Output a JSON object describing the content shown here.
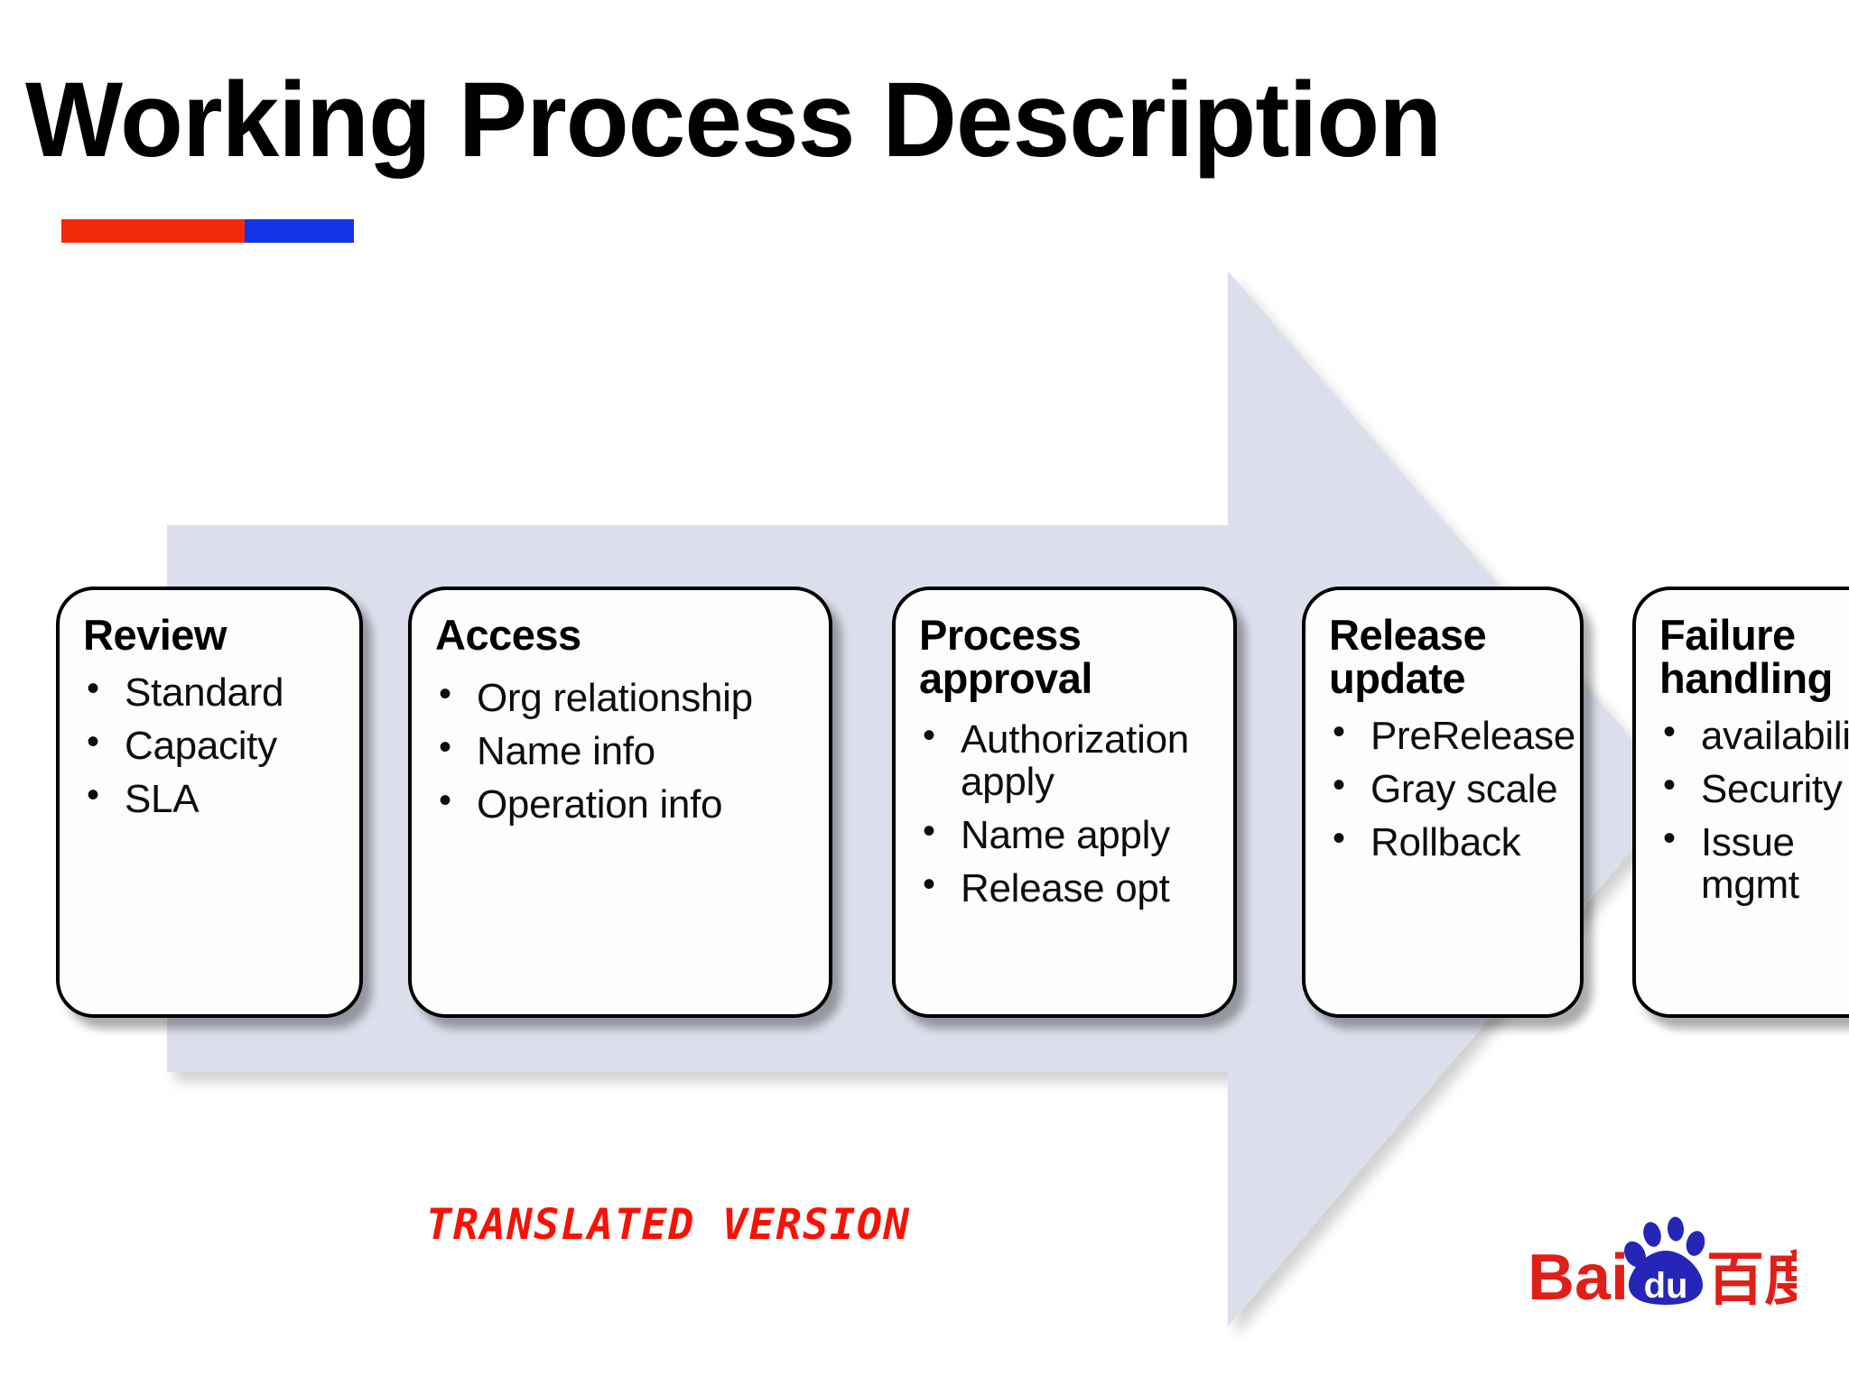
{
  "slide": {
    "title": "Working Process Description",
    "accent_bar": {
      "left_color": "#f42a0c",
      "right_color": "#1335e8"
    },
    "arrow": {
      "name": "right-pointing-process-arrow",
      "fill_color": "#dcdfeb"
    },
    "translated_stamp": "TRANSLATED  VERSION",
    "translated_stamp_color": "#fa1106",
    "logo": {
      "name": "baidu-logo",
      "latin_text": "Bai",
      "paw_text": "du",
      "cjk_text": "百度",
      "red": "#e01f18",
      "blue": "#2526b8"
    }
  },
  "cards": [
    {
      "title": "Review",
      "items": [
        "Standard",
        "Capacity",
        "SLA"
      ]
    },
    {
      "title": "Access",
      "items": [
        "Org relationship",
        "Name info",
        "Operation info"
      ]
    },
    {
      "title": "Process approval",
      "items": [
        "Authorization apply",
        "Name apply",
        "Release opt"
      ]
    },
    {
      "title": "Release update",
      "items": [
        "PreRelease",
        "Gray scale",
        "Rollback"
      ]
    },
    {
      "title": "Failure handling",
      "items": [
        "availability",
        "Security",
        "Issue mgmt"
      ]
    }
  ]
}
